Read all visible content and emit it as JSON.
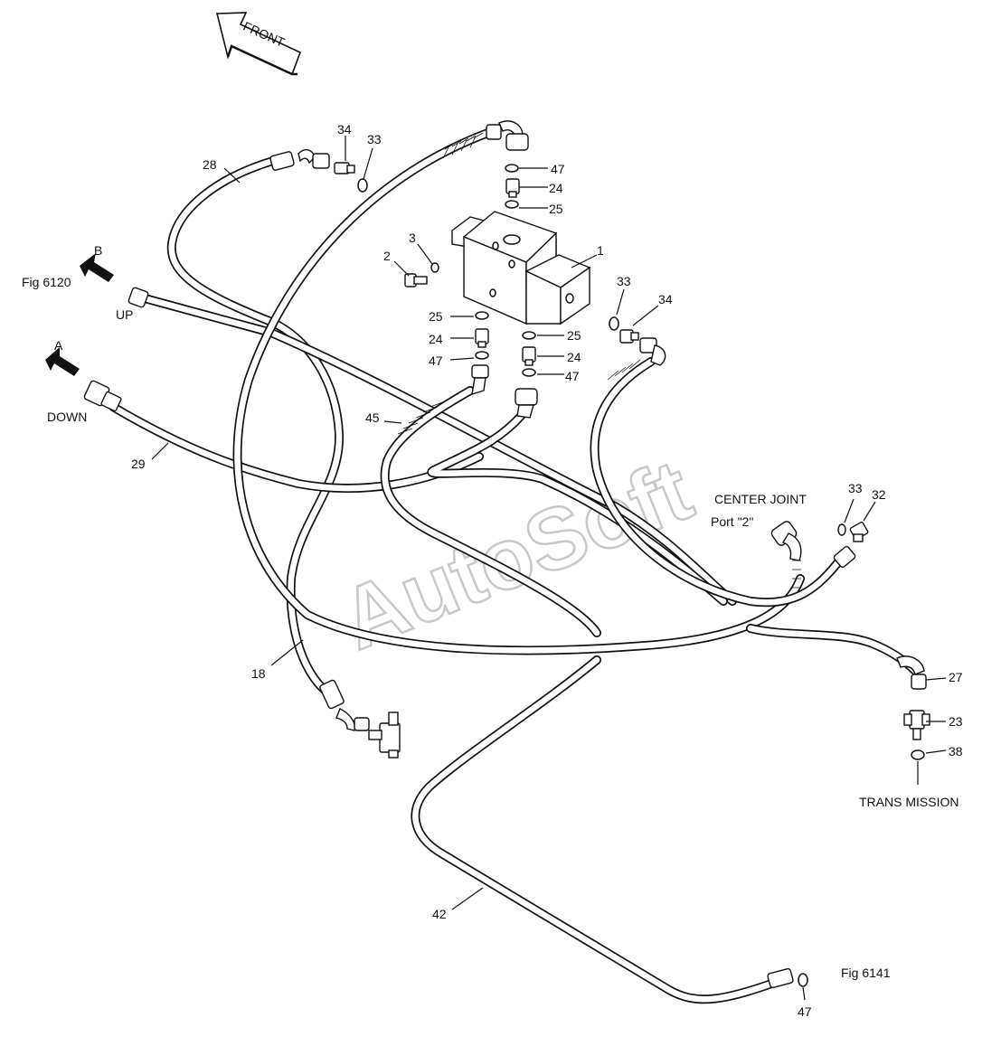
{
  "figure_ref": "Fig 6141",
  "front_label": "FRONT",
  "port_a": {
    "letter": "A",
    "direction": "DOWN"
  },
  "port_b": {
    "letter": "B",
    "direction": "UP",
    "fig": "Fig 6120"
  },
  "center_joint": {
    "title": "CENTER JOINT",
    "port": "Port \"2\""
  },
  "transmission_label": "TRANS MISSION",
  "watermark": "AutoSoft",
  "callouts": {
    "c1": "1",
    "c2": "2",
    "c3": "3",
    "c18": "18",
    "c23": "23",
    "c24a": "24",
    "c24b": "24",
    "c24c": "24",
    "c25a": "25",
    "c25b": "25",
    "c25c": "25",
    "c27": "27",
    "c28": "28",
    "c29": "29",
    "c32": "32",
    "c33a": "33",
    "c33b": "33",
    "c33c": "33",
    "c34a": "34",
    "c34b": "34",
    "c38": "38",
    "c42": "42",
    "c45": "45",
    "c47a": "47",
    "c47b": "47",
    "c47c": "47",
    "c47d": "47"
  }
}
